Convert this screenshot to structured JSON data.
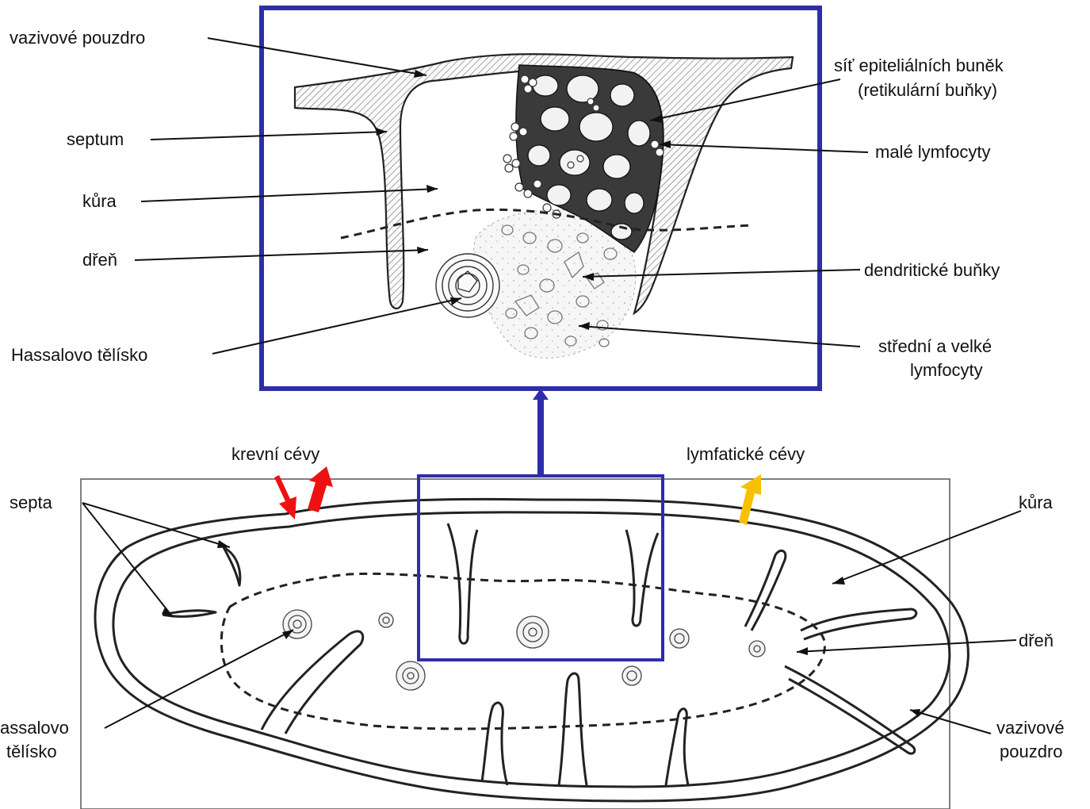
{
  "detail": {
    "labels_left": {
      "capsule": "vazivové pouzdro",
      "septum": "septum",
      "cortex": "kůra",
      "medulla": "dřeň",
      "hassall": "Hassalovo tělísko"
    },
    "labels_right": {
      "epithelial_line1": "síť epiteliálních buněk",
      "epithelial_line2": "(retikulární buňky)",
      "small_lymph": "malé lymfocyty",
      "dendritic": "dendritické buňky",
      "med_large_line1": "střední a velké",
      "med_large_line2": "lymfocyty"
    }
  },
  "overview": {
    "blood_vessels": "krevní cévy",
    "lymph_vessels": "lymfatické cévy",
    "septa": "septa",
    "cortex": "kůra",
    "medulla": "dřeň",
    "hassall_line1": "assalovo",
    "hassall_line2": "tělísko",
    "capsule_line1": "vazivové",
    "capsule_line2": "pouzdro"
  },
  "colors": {
    "frame": "#2e2ea8",
    "blood_arrow": "#ee1111",
    "lymph_arrow": "#f7c000"
  }
}
